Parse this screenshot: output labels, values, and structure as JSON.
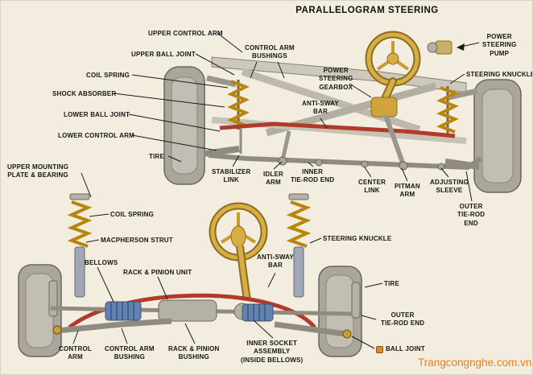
{
  "title": "PARALLELOGRAM STEERING",
  "watermark": "Trangcongnghe.com.vn",
  "colors": {
    "background": "#f2edde",
    "steering_wheel": "#d8ad45",
    "anti_sway_bar": "#b23a2a",
    "tire": "#aaa69b",
    "bellows": "#6283b1",
    "watermark": "#e8821e",
    "label_text": "#151515"
  },
  "labels": {
    "upper_control_arm": "UPPER CONTROL ARM",
    "upper_ball_joint": "UPPER BALL JOINT",
    "coil_spring_top": "COIL SPRING",
    "shock_absorber": "SHOCK ABSORBER",
    "lower_ball_joint": "LOWER BALL JOINT",
    "lower_control_arm": "LOWER CONTROL ARM",
    "tire_top": "TIRE",
    "upper_mounting_plate": "UPPER MOUNTING\nPLATE & BEARING",
    "control_arm_bushings": "CONTROL ARM\nBUSHINGS",
    "power_steering_gearbox": "POWER\nSTEERING\nGEARBOX",
    "anti_sway_bar_top": "ANTI-SWAY\nBAR",
    "stabilizer_link": "STABILIZER\nLINK",
    "idler_arm": "IDLER\nARM",
    "inner_tie_rod_end": "INNER\nTIE-ROD END",
    "center_link": "CENTER\nLINK",
    "pitman_arm": "PITMAN\nARM",
    "adjusting_sleeve": "ADJUSTING\nSLEEVE",
    "outer_tie_rod_end_top": "OUTER\nTIE-ROD\nEND",
    "power_steering_pump": "POWER\nSTEERING\nPUMP",
    "steering_knuckle_top": "STEERING KNUCKLE",
    "coil_spring_bottom": "COIL SPRING",
    "macpherson_strut": "MACPHERSON STRUT",
    "bellows": "BELLOWS",
    "rack_pinion_unit": "RACK & PINION UNIT",
    "anti_sway_bar_bottom": "ANTI-SWAY\nBAR",
    "steering_knuckle_bottom": "STEERING KNUCKLE",
    "tire_bottom": "TIRE",
    "outer_tie_rod_end_bottom": "OUTER\nTIE-ROD END",
    "control_arm": "CONTROL\nARM",
    "control_arm_bushing": "CONTROL ARM\nBUSHING",
    "rack_pinion_bushing": "RACK & PINION\nBUSHING",
    "inner_socket_assembly": "INNER SOCKET\nASSEMBLY\n(INSIDE BELLOWS)",
    "ball_joint": "BALL JOINT"
  }
}
